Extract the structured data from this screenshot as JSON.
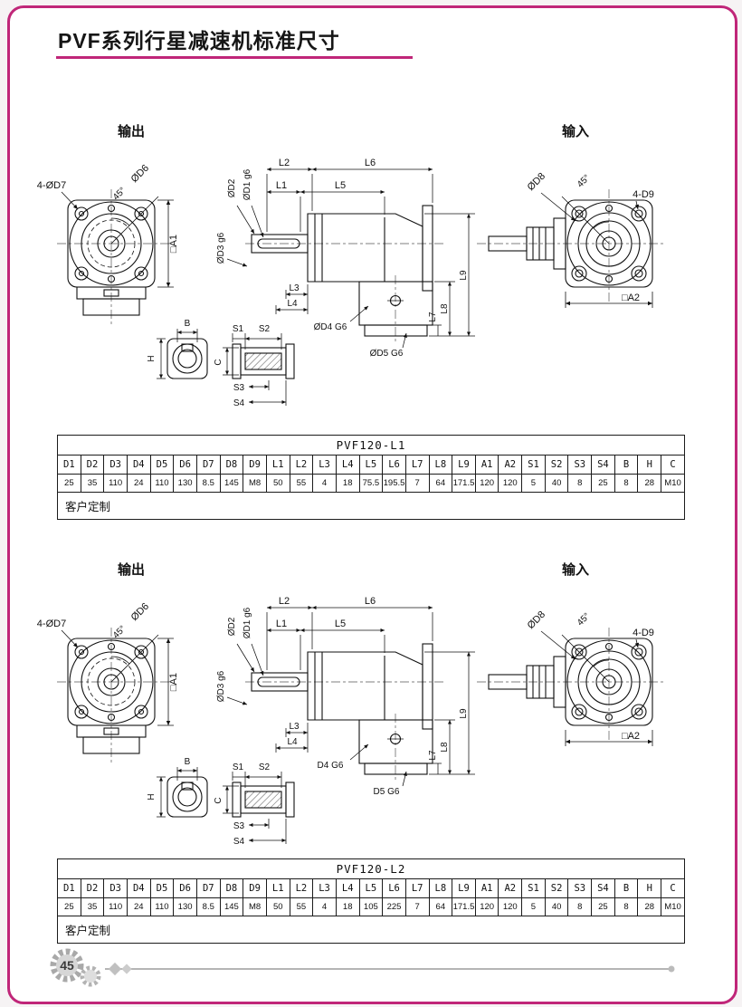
{
  "page": {
    "title": "PVF系列行星减速机标准尺寸",
    "page_number": "45"
  },
  "sections": [
    {
      "output_label": "输出",
      "input_label": "输入",
      "labels": {
        "d6": "ØD6",
        "angle": "45°",
        "d7": "4-ØD7",
        "a1": "□A1",
        "b": "B",
        "h": "H",
        "c": "C",
        "s1": "S1",
        "s2": "S2",
        "s3": "S3",
        "s4": "S4",
        "d2": "ØD2",
        "d1": "ØD1 g6",
        "d3": "ØD3 g6",
        "l1": "L1",
        "l2": "L2",
        "l3": "L3",
        "l4": "L4",
        "l5": "L5",
        "l6": "L6",
        "l7": "L7",
        "l8": "L8",
        "l9": "L9",
        "d4": "ØD4 G6",
        "d5": "ØD5 G6",
        "d8": "ØD8",
        "d9": "4-D9",
        "a2": "□A2"
      },
      "table": {
        "title": "PVF120-L1",
        "headers": [
          "D1",
          "D2",
          "D3",
          "D4",
          "D5",
          "D6",
          "D7",
          "D8",
          "D9",
          "L1",
          "L2",
          "L3",
          "L4",
          "L5",
          "L6",
          "L7",
          "L8",
          "L9",
          "A1",
          "A2",
          "S1",
          "S2",
          "S3",
          "S4",
          "B",
          "H",
          "C"
        ],
        "values": [
          "25",
          "35",
          "110",
          "24",
          "110",
          "130",
          "8.5",
          "145",
          "M8",
          "50",
          "55",
          "4",
          "18",
          "75.5",
          "195.5",
          "7",
          "64",
          "171.5",
          "120",
          "120",
          "5",
          "40",
          "8",
          "25",
          "8",
          "28",
          "M10"
        ],
        "footer": "客户定制"
      }
    },
    {
      "output_label": "输出",
      "input_label": "输入",
      "labels": {
        "d6": "ØD6",
        "angle": "45°",
        "d7": "4-ØD7",
        "a1": "□A1",
        "b": "B",
        "h": "H",
        "c": "C",
        "s1": "S1",
        "s2": "S2",
        "s3": "S3",
        "s4": "S4",
        "d2": "ØD2",
        "d1": "ØD1 g6",
        "d3": "ØD3 g6",
        "l1": "L1",
        "l2": "L2",
        "l3": "L3",
        "l4": "L4",
        "l5": "L5",
        "l6": "L6",
        "l7": "L7",
        "l8": "L8",
        "l9": "L9",
        "d4": "D4 G6",
        "d5": "D5 G6",
        "d8": "ØD8",
        "d9": "4-D9",
        "a2": "□A2"
      },
      "table": {
        "title": "PVF120-L2",
        "headers": [
          "D1",
          "D2",
          "D3",
          "D4",
          "D5",
          "D6",
          "D7",
          "D8",
          "D9",
          "L1",
          "L2",
          "L3",
          "L4",
          "L5",
          "L6",
          "L7",
          "L8",
          "L9",
          "A1",
          "A2",
          "S1",
          "S2",
          "S3",
          "S4",
          "B",
          "H",
          "C"
        ],
        "values": [
          "25",
          "35",
          "110",
          "24",
          "110",
          "130",
          "8.5",
          "145",
          "M8",
          "50",
          "55",
          "4",
          "18",
          "105",
          "225",
          "7",
          "64",
          "171.5",
          "120",
          "120",
          "5",
          "40",
          "8",
          "25",
          "8",
          "28",
          "M10"
        ],
        "footer": "客户定制"
      }
    }
  ]
}
